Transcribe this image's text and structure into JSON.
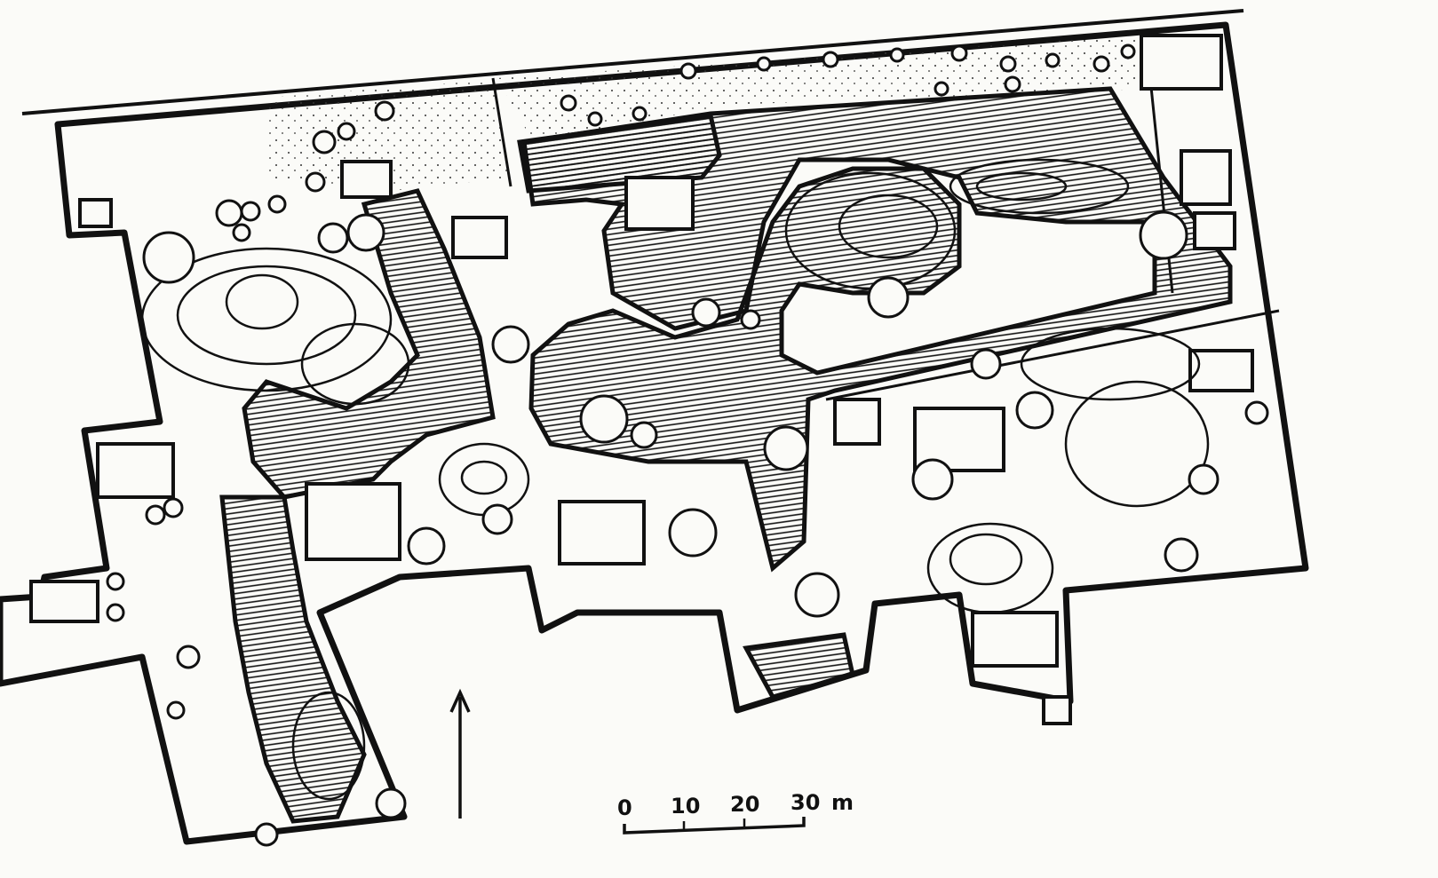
{
  "scale_bar": {
    "ticks": [
      "0",
      "10",
      "20",
      "30"
    ],
    "unit": "m"
  },
  "north_arrow": {
    "icon": "north-arrow-icon"
  },
  "colors": {
    "ink": "#111111",
    "paper": "#fbfbf8"
  }
}
